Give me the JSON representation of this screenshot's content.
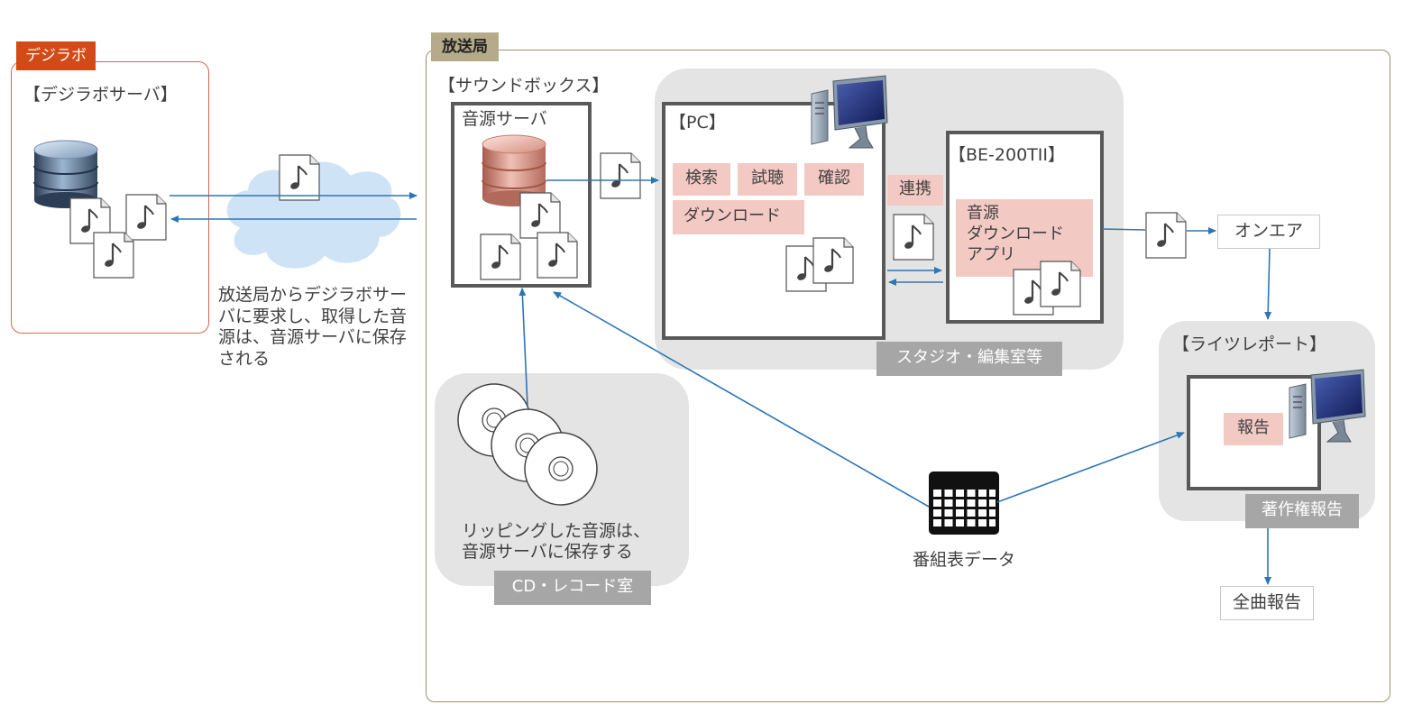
{
  "digilab": {
    "tag": "デジラボ",
    "server_title": "【デジラボサーバ】",
    "note": [
      "放送局からデジラボサー",
      "バに要求し、取得した音",
      "源は、音源サーバに保存",
      "される"
    ]
  },
  "station": {
    "tag": "放送局",
    "soundbox_title": "【サウンドボックス】",
    "source_server": "音源サーバ",
    "pc": {
      "title": "【PC】",
      "buttons": [
        "検索",
        "試聴",
        "確認",
        "ダウンロード"
      ]
    },
    "link_label": "連携",
    "be200": {
      "title": "【BE-200TII】",
      "app_lines": [
        "音源",
        "ダウンロード",
        "アプリ"
      ]
    },
    "studio_label": "スタジオ・編集室等",
    "onair": "オンエア",
    "rights": {
      "title": "【ライツレポート】",
      "report": "報告",
      "label": "著作権報告"
    },
    "full_report": "全曲報告",
    "schedule": "番組表データ",
    "cd": {
      "note": [
        "リッピングした音源は、",
        "音源サーバに保存する"
      ],
      "label": "CD・レコード室"
    }
  },
  "colors": {
    "accent_orange": "#d24a17",
    "station_tag": "#b5aa8a",
    "arrow_blue": "#2e75b6",
    "pink_button": "#f3c9c4",
    "gray_label": "#a6a6a6"
  }
}
